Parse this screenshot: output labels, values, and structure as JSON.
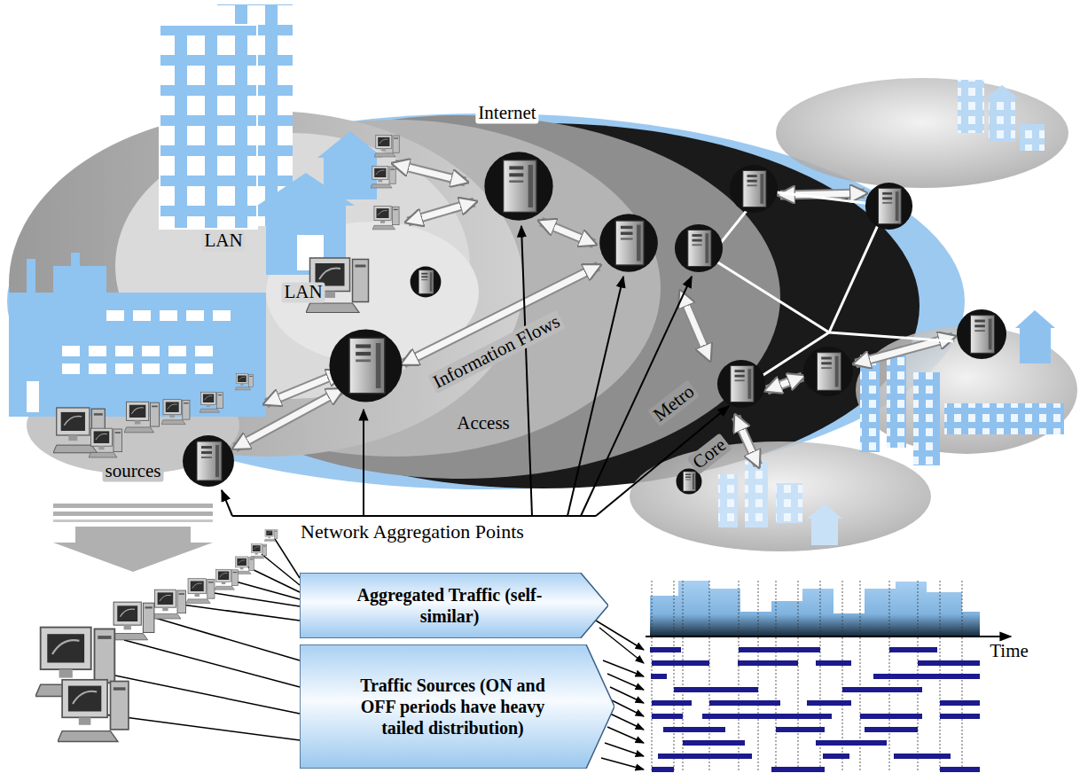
{
  "diagram": {
    "nodes": [
      {
        "text": [
          "Aggregated Traffic (self-similar)"
        ]
      },
      {
        "text": [
          "Traffic Sources (ON and OFF periods have heavy tailed distribution)"
        ]
      }
    ],
    "labels": [
      "Internet",
      "LAN",
      "LAN",
      "Information Flows",
      "Access",
      "Metro",
      "Core",
      "sources",
      "Network Aggregation Points",
      "Time"
    ]
  }
}
